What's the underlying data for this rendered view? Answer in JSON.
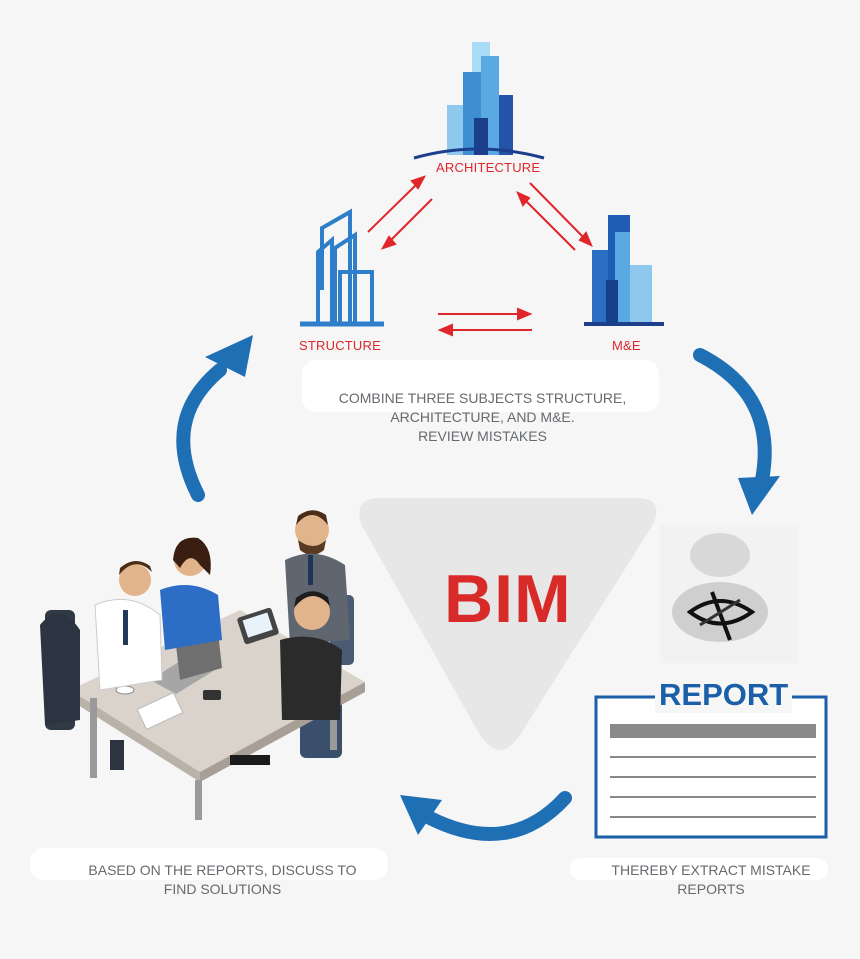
{
  "diagram": {
    "center_label": "BIM",
    "nodes": {
      "architecture": "ARCHITECTURE",
      "structure": "STRUCTURE",
      "mep": "M&E"
    },
    "captions": {
      "combine_line1": "COMBINE THREE SUBJECTS STRUCTURE,",
      "combine_line2": "ARCHITECTURE, AND M&E.",
      "combine_line3": "REVIEW MISTAKES",
      "report_line1": "THEREBY EXTRACT MISTAKE",
      "report_line2": "REPORTS",
      "discuss_line1": "BASED ON THE REPORTS, DISCUSS TO",
      "discuss_line2": "FIND SOLUTIONS"
    },
    "report_title": "REPORT"
  },
  "colors": {
    "arrow_blue": "#1f6fb5",
    "arrow_red": "#e0262b",
    "bim_red": "#d92a2a",
    "triangle_gray": "#e7e7e7"
  }
}
